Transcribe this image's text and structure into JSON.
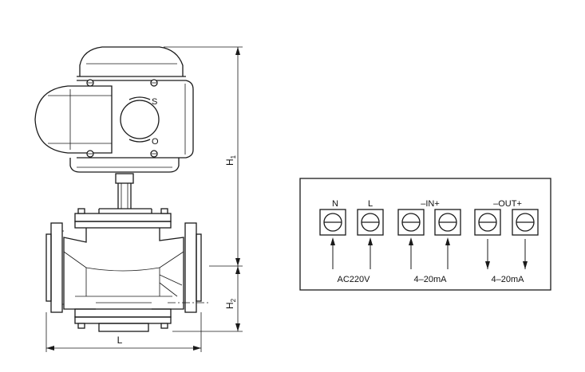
{
  "dimensions": {
    "h1": "H",
    "h1_sub": "1",
    "h2": "H",
    "h2_sub": "2",
    "l": "L"
  },
  "actuator": {
    "knob_top": "S",
    "knob_bottom": "O"
  },
  "wiring": {
    "terminal_labels": [
      {
        "text": "N"
      },
      {
        "text": "L"
      },
      {
        "text": "–IN+"
      },
      {
        "text": "–OUT+"
      }
    ],
    "signal_labels": [
      {
        "text": "AC220V"
      },
      {
        "text": "4–20mA"
      },
      {
        "text": "4–20mA"
      }
    ],
    "terminals": [
      {
        "arrow": "in"
      },
      {
        "arrow": "in"
      },
      {
        "arrow": "in"
      },
      {
        "arrow": "in"
      },
      {
        "arrow": "out"
      },
      {
        "arrow": "out"
      }
    ]
  }
}
